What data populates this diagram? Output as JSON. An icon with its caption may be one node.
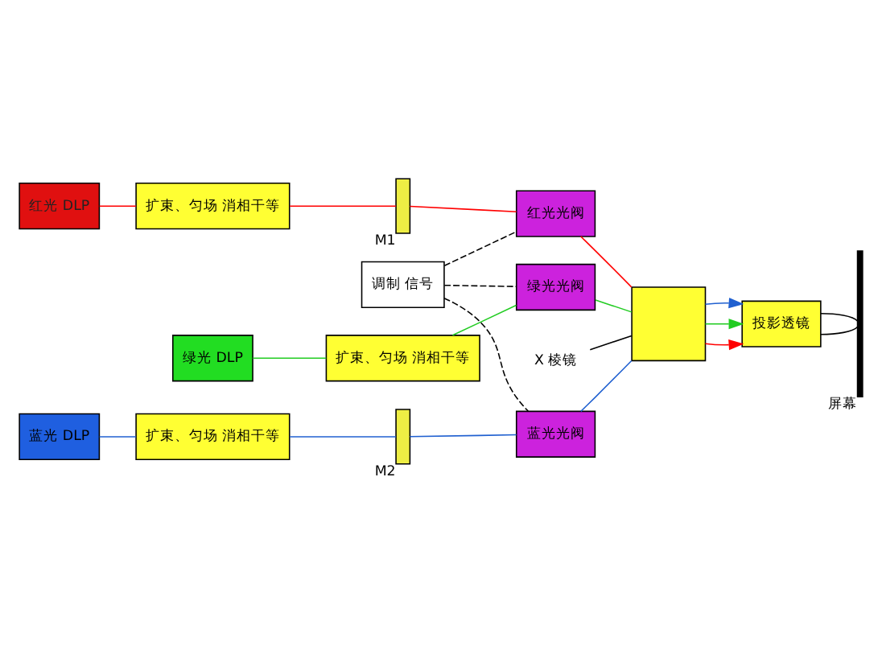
{
  "diagram": {
    "nodes": [
      {
        "text": [
          "红光 DLP"
        ]
      },
      {
        "text": [
          "扩束、匀场 消相干等"
        ]
      },
      {
        "text": [
          "绿光 DLP"
        ]
      },
      {
        "text": [
          "扩束、匀场 消相干等"
        ]
      },
      {
        "text": [
          "蓝光 DLP"
        ]
      },
      {
        "text": [
          "扩束、匀场 消相干等"
        ]
      },
      {
        "text": [],
        "shape": "bar",
        "beside": [
          "M1"
        ]
      },
      {
        "text": [
          "调制 信号"
        ]
      },
      {
        "text": [
          "红光光阀"
        ]
      },
      {
        "text": [
          "绿光光阀"
        ]
      },
      {
        "text": [],
        "shape": "box"
      },
      {
        "text": [
          "X 棱镜"
        ]
      },
      {
        "text": [
          "蓝光光阀"
        ]
      },
      {
        "text": [],
        "shape": "bar",
        "beside": [
          "M2"
        ]
      },
      {
        "text": [
          "投影透镜"
        ]
      },
      {
        "text": [],
        "shape": "bar",
        "beside": [
          "屏幕"
        ]
      }
    ],
    "edges": [
      {
        "from": 0,
        "to": 1,
        "arrow": "none",
        "color": "#ff0000"
      },
      {
        "from": 1,
        "to": 6,
        "arrow": "none",
        "color": "#ff0000"
      },
      {
        "from": 6,
        "to": 8,
        "arrow": "none",
        "color": "#ff0000"
      },
      {
        "from": 8,
        "to": 10,
        "arrow": "none",
        "color": "#ff0000"
      },
      {
        "from": 2,
        "to": 3,
        "arrow": "none",
        "color": "#22cc22"
      },
      {
        "from": 3,
        "to": 9,
        "arrow": "none",
        "color": "#22cc22"
      },
      {
        "from": 9,
        "to": 10,
        "arrow": "none",
        "color": "#22cc22"
      },
      {
        "from": 4,
        "to": 5,
        "arrow": "none",
        "color": "#2060d0"
      },
      {
        "from": 5,
        "to": 13,
        "arrow": "none",
        "color": "#2060d0"
      },
      {
        "from": 13,
        "to": 12,
        "arrow": "none",
        "color": "#2060d0"
      },
      {
        "from": 12,
        "to": 10,
        "arrow": "none",
        "color": "#2060d0"
      },
      {
        "from": 10,
        "to": 14,
        "arrow": "to",
        "color": "#ff0000"
      },
      {
        "from": 10,
        "to": 14,
        "arrow": "to",
        "color": "#22cc22"
      },
      {
        "from": 10,
        "to": 14,
        "arrow": "to",
        "color": "#2060d0"
      },
      {
        "from": 7,
        "to": 9,
        "arrow": "none",
        "style": "dashed"
      },
      {
        "from": 7,
        "to": 8,
        "arrow": "none",
        "style": "dashed"
      },
      {
        "from": 7,
        "to": 12,
        "arrow": "none",
        "style": "dashed"
      },
      {
        "from": 11,
        "to": 10,
        "arrow": "none"
      },
      {
        "from": 14,
        "to": 15,
        "arrow": "none"
      },
      {
        "from": 14,
        "to": 15,
        "arrow": "none"
      }
    ]
  }
}
